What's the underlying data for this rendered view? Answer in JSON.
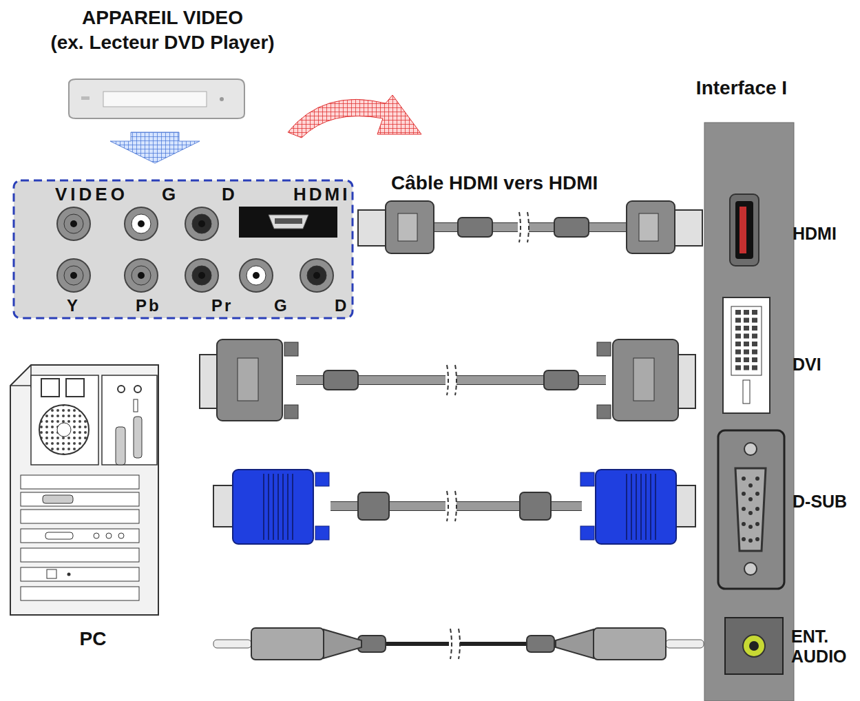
{
  "diagram": {
    "nodes": [
      {
        "text": [
          "APPAREIL VIDEO",
          "(ex. Lecteur DVD Player)"
        ]
      },
      {
        "text": [
          "PC"
        ]
      },
      {
        "text": [
          "Interface I"
        ]
      }
    ],
    "labels": [
      "Câble HDMI vers HDMI",
      "VIDEO",
      "G",
      "D",
      "HDMI",
      "Y",
      "Pb",
      "Pr",
      "G",
      "D",
      "HDMI",
      "DVI",
      "D-SUB",
      "ENT. AUDIO"
    ]
  }
}
